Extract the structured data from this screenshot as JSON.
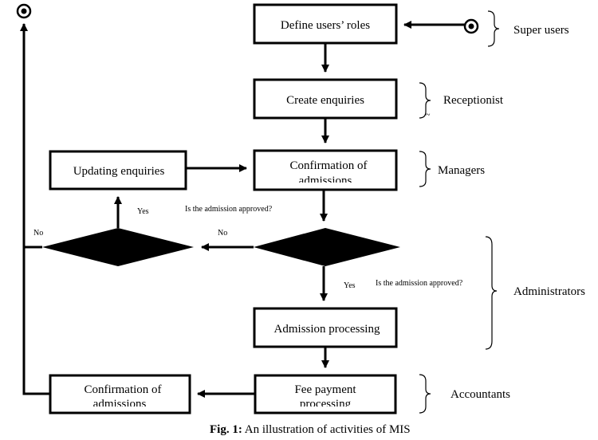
{
  "boxes": {
    "define_roles": "Define users’ roles",
    "create_enquiries": "Create enquiries",
    "confirmation_admissions_top_l1": "Confirmation of",
    "confirmation_admissions_top_l2": "admissions",
    "updating_enquiries": "Updating enquiries",
    "admission_processing": "Admission processing",
    "fee_payment_l1": "Fee payment",
    "fee_payment_l2": "processing",
    "confirmation_admissions_bottom_l1": "Confirmation of",
    "confirmation_admissions_bottom_l2": "admissions"
  },
  "roles": {
    "super_users": "Super users",
    "receptionist": "Receptionist",
    "managers": "Managers",
    "administrators": "Administrators",
    "accountants": "Accountants"
  },
  "labels": {
    "question_left": "Is the admission approved?",
    "question_right": "Is the admission approved?",
    "yes_left": "Yes",
    "yes_right": "Yes",
    "no_left": "No",
    "no_right": "No",
    "tilde": "~"
  },
  "caption": {
    "prefix": "Fig. 1:",
    "text": " An illustration of activities of MIS"
  }
}
